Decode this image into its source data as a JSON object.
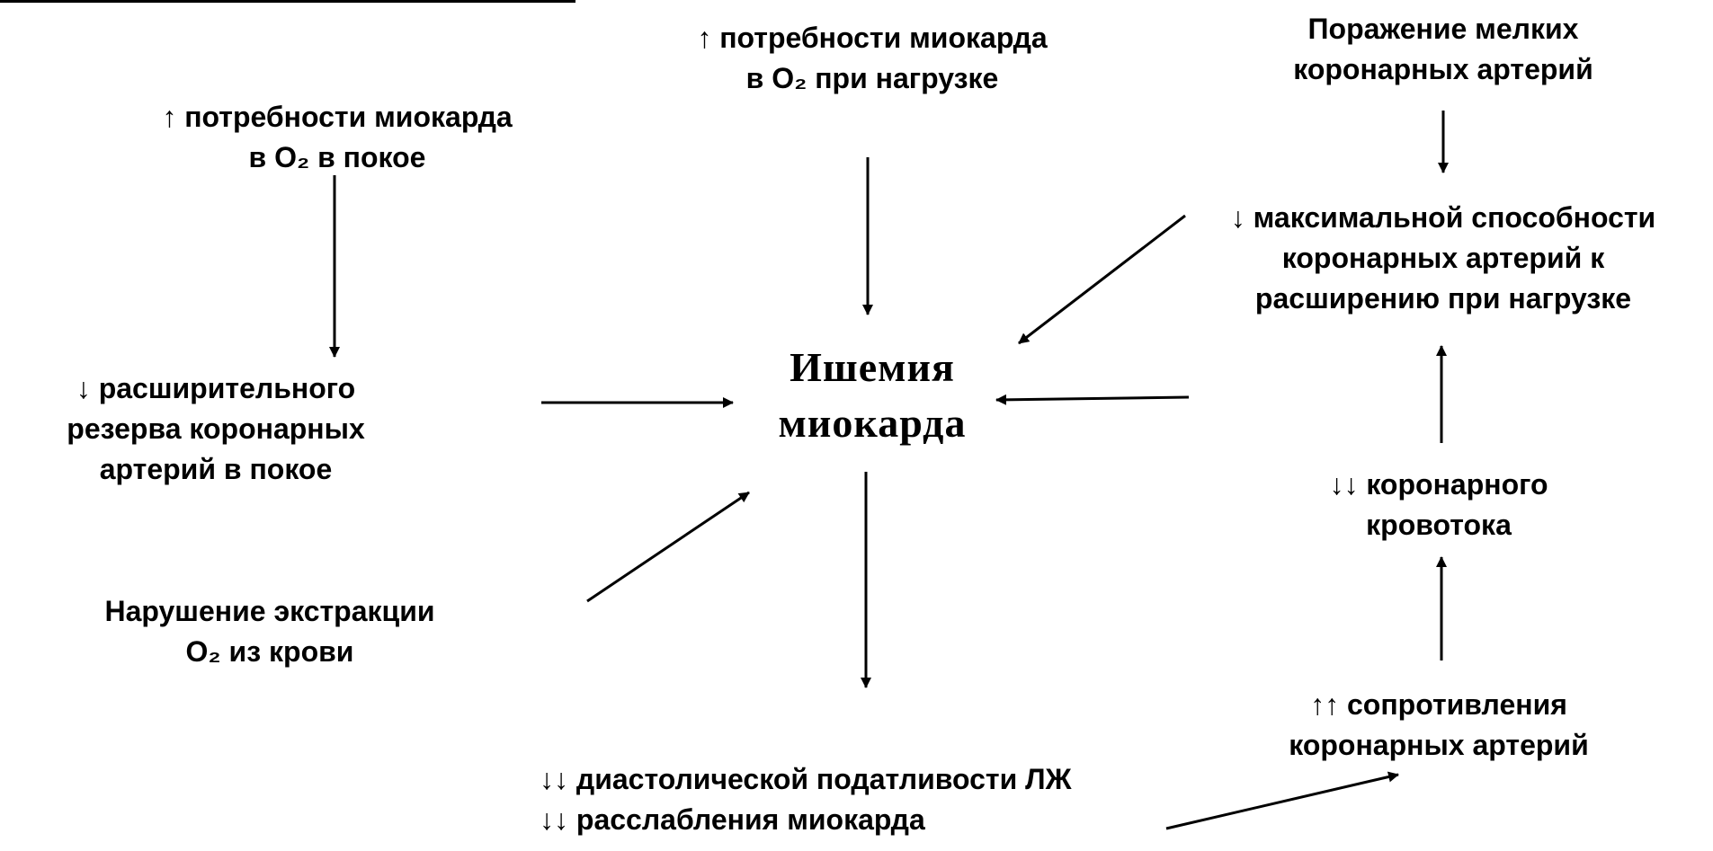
{
  "nodes": {
    "load_demand": {
      "lines": [
        "↑ потребности миокарда",
        "в O₂ при нагрузке"
      ]
    },
    "rest_demand": {
      "lines": [
        "↑ потребности миокарда",
        "в O₂ в покое"
      ]
    },
    "small_arteries": {
      "lines": [
        "Поражение мелких",
        "коронарных артерий"
      ]
    },
    "max_capacity": {
      "lines": [
        "↓ максимальной способности",
        "коронарных артерий к",
        "расширению при нагрузке"
      ]
    },
    "dilation_reserve": {
      "lines": [
        "↓ расширительного",
        "резерва коронарных",
        "артерий в покое"
      ]
    },
    "ischemia": {
      "lines": [
        "Ишемия",
        "миокарда"
      ]
    },
    "coronary_flow": {
      "lines": [
        "↓↓ коронарного",
        "кровотока"
      ]
    },
    "extraction": {
      "lines": [
        "Нарушение экстракции",
        "O₂ из крови"
      ]
    },
    "resistance": {
      "lines": [
        "↑↑ сопротивления",
        "коронарных артерий"
      ]
    },
    "diastolic": {
      "lines": [
        "↓↓ диастолической податливости ЛЖ",
        "↓↓ расслабления миокарда"
      ]
    }
  }
}
